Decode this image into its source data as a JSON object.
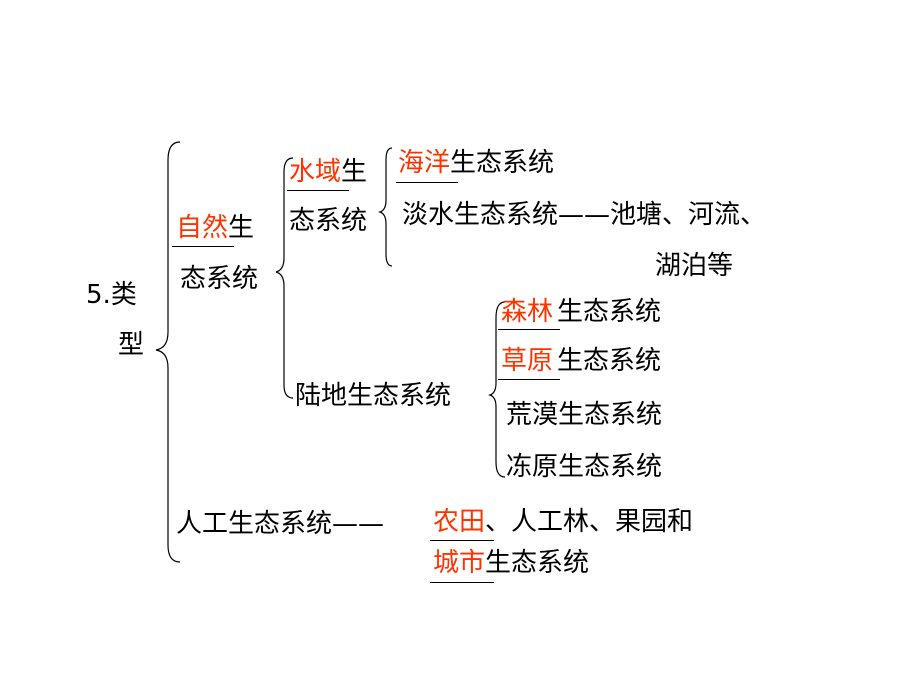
{
  "colors": {
    "answer": "#ff3300",
    "text": "#000000",
    "background": "#ffffff"
  },
  "root": {
    "num": "5.",
    "line1": "类",
    "line2": "型"
  },
  "natural": {
    "answer": "自然",
    "line1_tail": "生",
    "line2": "态系统"
  },
  "water": {
    "answer": "水域",
    "line1_tail": "生",
    "line2": "态系统"
  },
  "ocean": {
    "answer": "海洋",
    "tail": "生态系统"
  },
  "freshwater": {
    "line1": "淡水生态系统——池塘、河流、",
    "line2": "湖泊等"
  },
  "land": {
    "label": "陆地生态系统"
  },
  "forest": {
    "answer": "森林",
    "tail": "生态系统"
  },
  "grassland": {
    "answer": "草原",
    "tail": "生态系统"
  },
  "desert": {
    "label": "荒漠生态系统"
  },
  "tundra": {
    "label": "冻原生态系统"
  },
  "artificial": {
    "label": "人工生态系统——",
    "answer1": "农田",
    "line1_tail": "、人工林、果园和",
    "answer2": "城市",
    "line2_tail": "生态系统"
  }
}
